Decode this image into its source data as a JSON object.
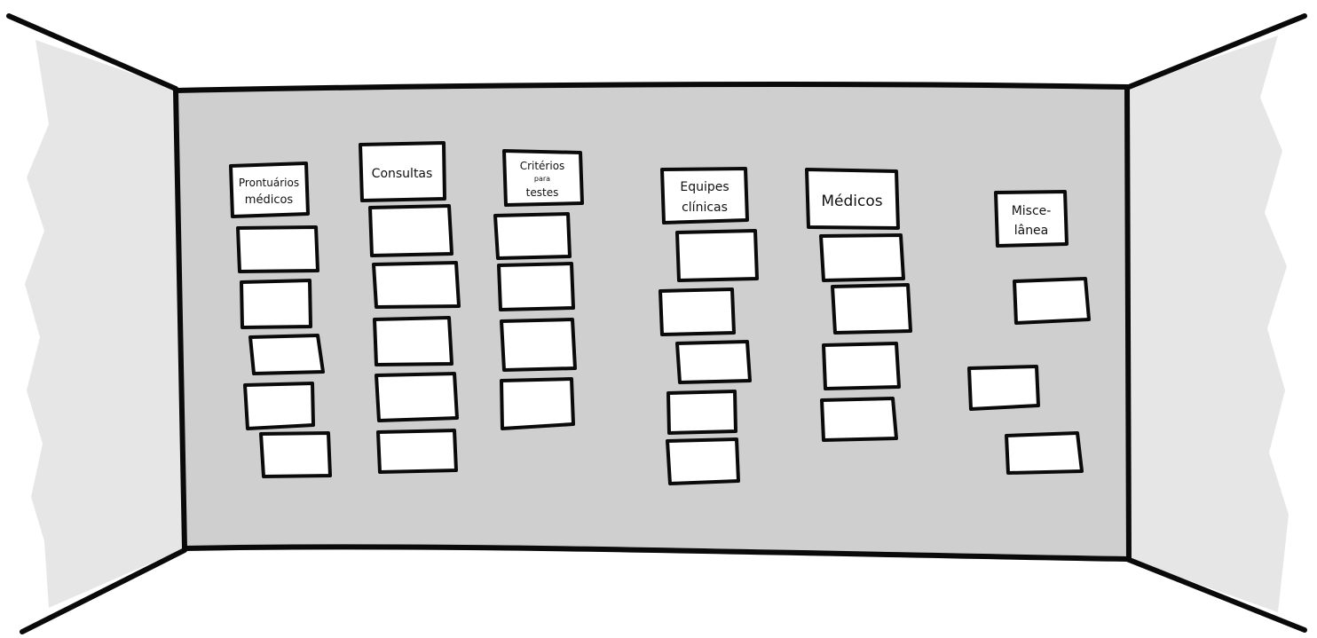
{
  "colors": {
    "wall": "#cfcfcf",
    "side_wall_shade": "#e6e6e6",
    "ink": "#0a0a0a",
    "card": "#ffffff"
  },
  "categories": [
    {
      "id": "prontuarios",
      "title_lines": [
        "Prontuários",
        "médicos"
      ],
      "card_count": 5
    },
    {
      "id": "consultas",
      "title_lines": [
        "Consultas"
      ],
      "card_count": 5
    },
    {
      "id": "criterios",
      "title_lines": [
        "Critérios",
        "para",
        "testes"
      ],
      "card_count": 4
    },
    {
      "id": "equipes",
      "title_lines": [
        "Equipes",
        "clínicas"
      ],
      "card_count": 5
    },
    {
      "id": "medicos",
      "title_lines": [
        "Médicos"
      ],
      "card_count": 4
    },
    {
      "id": "miscelanea",
      "title_lines": [
        "Misce-",
        "lânea"
      ],
      "card_count": 3
    }
  ]
}
